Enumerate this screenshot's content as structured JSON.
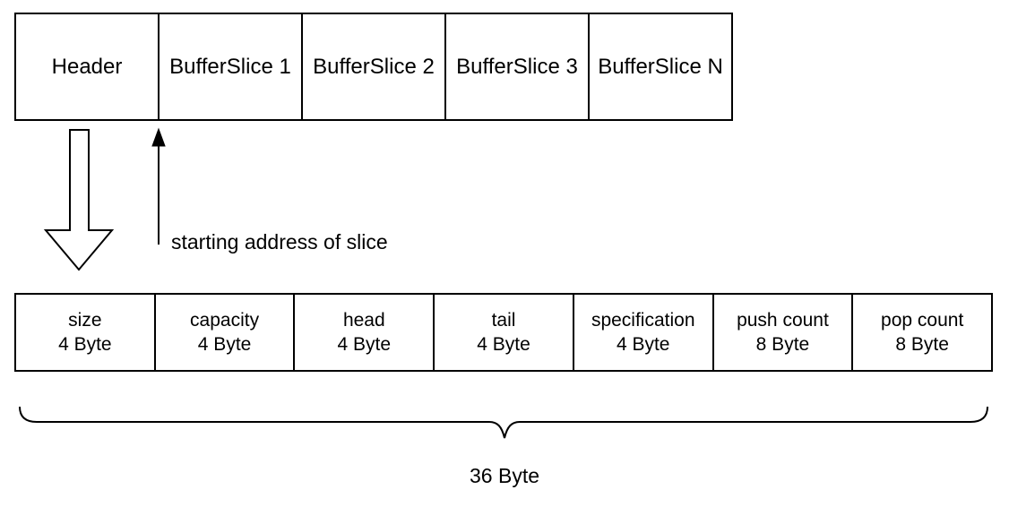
{
  "diagram": {
    "background_color": "#ffffff",
    "stroke_color": "#000000",
    "buffer_row": {
      "cells": [
        {
          "label": "Header"
        },
        {
          "label": "BufferSlice 1"
        },
        {
          "label": "BufferSlice 2"
        },
        {
          "label": "BufferSlice 3"
        },
        {
          "label": "BufferSlice N"
        }
      ]
    },
    "annotation": {
      "label": "starting address of slice"
    },
    "header_row": {
      "cells": [
        {
          "name": "size",
          "size": "4 Byte"
        },
        {
          "name": "capacity",
          "size": "4 Byte"
        },
        {
          "name": "head",
          "size": "4 Byte"
        },
        {
          "name": "tail",
          "size": "4 Byte"
        },
        {
          "name": "specification",
          "size": "4 Byte"
        },
        {
          "name": "push count",
          "size": "8 Byte"
        },
        {
          "name": "pop count",
          "size": "8 Byte"
        }
      ]
    },
    "brace": {
      "label": "36 Byte"
    }
  }
}
